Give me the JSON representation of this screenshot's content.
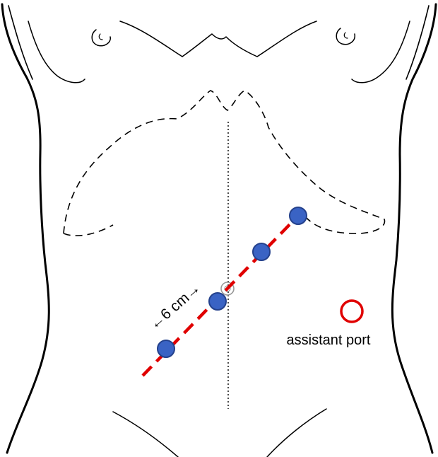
{
  "labels": {
    "distance": "←6 cm→",
    "assistant_port": "assistant port"
  },
  "colors": {
    "outline": "#000000",
    "port_line": "#e00000",
    "port_fill": "#3a63c4",
    "port_stroke": "#24418c",
    "assistant_port": "#e00000",
    "midline": "#000000",
    "background": "#ffffff"
  },
  "ports": [
    {
      "name": "port-lower-left"
    },
    {
      "name": "port-middle"
    },
    {
      "name": "port-upper-middle"
    },
    {
      "name": "port-upper-right"
    }
  ],
  "icons": {
    "umbilicus": "umbilicus-icon"
  }
}
